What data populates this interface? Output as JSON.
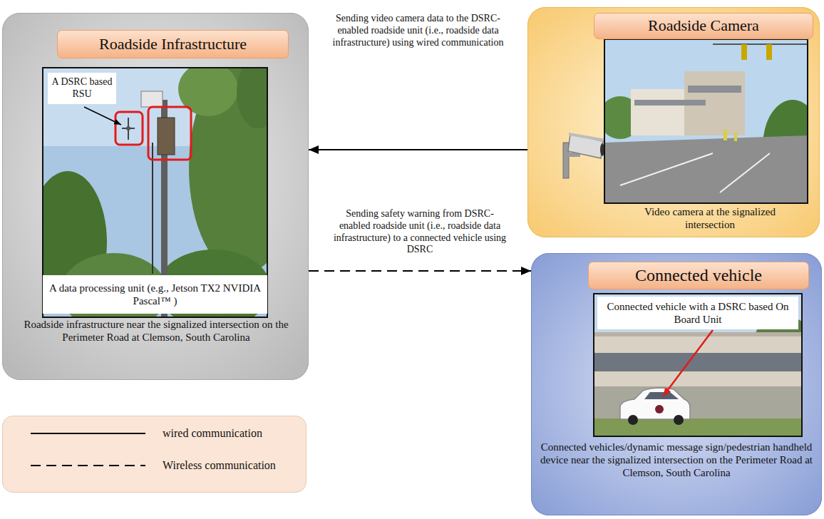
{
  "diagram": {
    "nodes": [
      {
        "text": [
          "Roadside infrastructure near the signalized intersection on the Perimeter Road at Clemson, South Carolina"
        ]
      },
      {
        "text": [
          "Roadside Infrastructure"
        ],
        "in": 0
      },
      {
        "text": [
          "A DSRC based RSU"
        ],
        "in": 0
      },
      {
        "text": [
          "A data processing unit (e.g., Jetson TX2 NVIDIA Pascal™ )"
        ],
        "in": 0
      },
      {
        "text": [
          "Video camera at the signalized intersection"
        ]
      },
      {
        "text": [
          "Roadside Camera"
        ],
        "in": 4
      },
      {
        "text": [
          "Connected vehicles/dynamic message sign/pedestrian handheld device near the signalized intersection on the Perimeter Road at Clemson, South Carolina"
        ]
      },
      {
        "text": [
          "Connected vehicle"
        ],
        "in": 6
      },
      {
        "text": [
          "Connected vehicle with a DSRC based On Board Unit"
        ],
        "in": 6
      }
    ],
    "edges": [
      {
        "from": 4,
        "to": 0,
        "arrow": "to",
        "label": "Sending video camera data to the DSRC-enabled roadside unit (i.e., roadside data infrastructure) using wired communication"
      },
      {
        "from": 0,
        "to": 6,
        "arrow": "to",
        "label": "Sending safety warning from DSRC-enabled roadside unit (i.e., roadside data infrastructure) to a connected vehicle using DSRC"
      }
    ],
    "legend": [
      {
        "text": "wired communication"
      },
      {
        "text": "Wireless communication"
      }
    ]
  }
}
